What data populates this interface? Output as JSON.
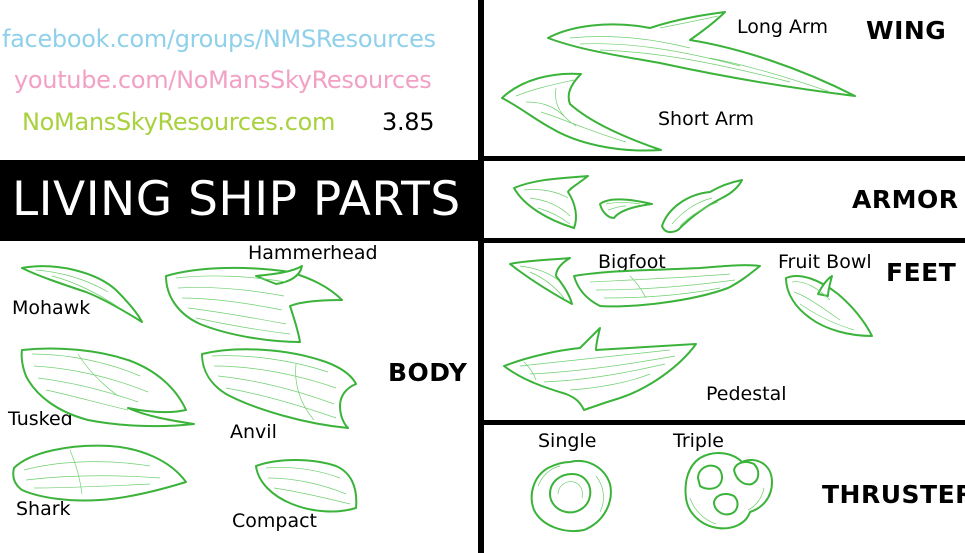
{
  "links": {
    "facebook": "facebook.com/groups/NMSResources",
    "youtube": "youtube.com/NoMansSkyResources",
    "website": "NoMansSkyResources.com",
    "version": "3.85"
  },
  "title": "LIVING SHIP PARTS",
  "sections": {
    "wing": {
      "name": "WING",
      "parts": [
        "Long Arm",
        "Short Arm"
      ]
    },
    "armor": {
      "name": "ARMOR"
    },
    "feet": {
      "name": "FEET",
      "parts": [
        "Bigfoot",
        "Fruit Bowl",
        "Pedestal"
      ]
    },
    "thruster": {
      "name": "THRUSTER",
      "parts": [
        "Single",
        "Triple"
      ]
    },
    "body": {
      "name": "BODY",
      "parts": [
        "Hammerhead",
        "Mohawk",
        "Tusked",
        "Anvil",
        "Shark",
        "Compact"
      ]
    }
  },
  "colors": {
    "facebook": "#8fd0ea",
    "youtube": "#f2a0c4",
    "website": "#a9d13d",
    "outline": "#3bb33b",
    "divider": "#000000"
  }
}
